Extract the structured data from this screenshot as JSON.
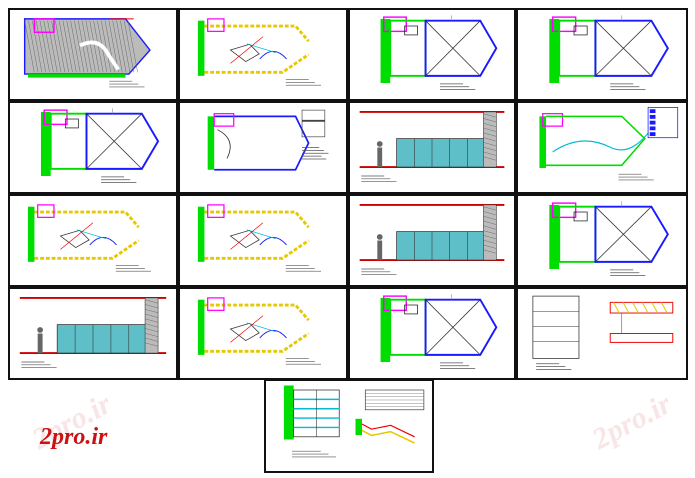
{
  "watermark": {
    "text": "2pro.ir",
    "color": "#cc1111"
  },
  "colors": {
    "wall": "#00dd00",
    "outline": "#1a1aff",
    "beam": "#ff00ff",
    "hatch": "#999999",
    "pattern": "#e6c800",
    "annot": "#00bcd4"
  },
  "drawing_sheets": [
    {
      "kind": "plan-hatched"
    },
    {
      "kind": "plan-furniture"
    },
    {
      "kind": "plan-ceiling"
    },
    {
      "kind": "plan-ceiling"
    },
    {
      "kind": "plan-ceiling"
    },
    {
      "kind": "plan-ceiling-detail"
    },
    {
      "kind": "elevation"
    },
    {
      "kind": "plan-lighting"
    },
    {
      "kind": "plan-furniture"
    },
    {
      "kind": "plan-furniture"
    },
    {
      "kind": "elevation"
    },
    {
      "kind": "plan-ceiling"
    },
    {
      "kind": "elevation"
    },
    {
      "kind": "plan-furniture"
    },
    {
      "kind": "plan-ceiling"
    },
    {
      "kind": "details"
    },
    {
      "kind": "details-table"
    }
  ]
}
